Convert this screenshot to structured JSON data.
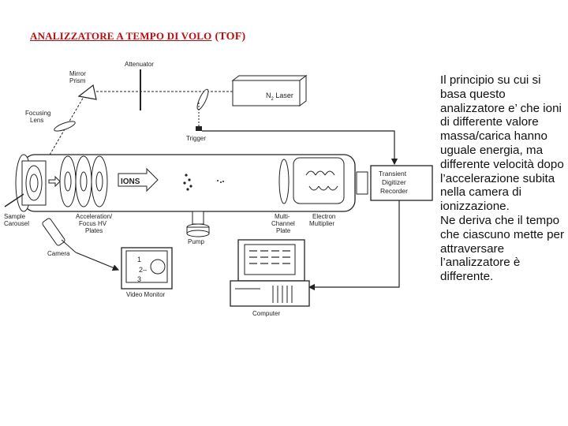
{
  "title": {
    "main": "ANALIZZATORE A TEMPO DI VOLO",
    "abbr": "(TOF)"
  },
  "diagram": {
    "labels": {
      "attenuator": "Attenuator",
      "mirror_prism": [
        "Mirror",
        "Prism"
      ],
      "laser_n": "N",
      "laser_sub": "2",
      "laser_rest": " Laser",
      "focusing_lens": [
        "Focusing",
        "Lens"
      ],
      "trigger": "Trigger",
      "ions": "IONS",
      "transient_recorder": [
        "Transient",
        "Digitizer",
        "Recorder"
      ],
      "sample_carousel": [
        "Sample",
        "Carousel"
      ],
      "acceleration_plates": [
        "Acceleration/",
        "Focus HV",
        "Plates"
      ],
      "multichannel_plate": [
        "Multi-",
        "Channel",
        "Plate"
      ],
      "electron_multiplier": [
        "Electron",
        "Multiplier"
      ],
      "pump": "Pump",
      "camera": "Camera",
      "video_monitor": "Video Monitor",
      "computer": "Computer"
    }
  },
  "description": {
    "paragraph1": "Il principio su cui si basa questo analizzatore e’ che ioni di differente valore massa/carica hanno uguale energia, ma differente velocità dopo l’accelerazione subita nella camera di ionizzazione.",
    "paragraph2": "Ne deriva che il tempo che ciascuno mette per attraversare l’analizzatore è differente."
  }
}
